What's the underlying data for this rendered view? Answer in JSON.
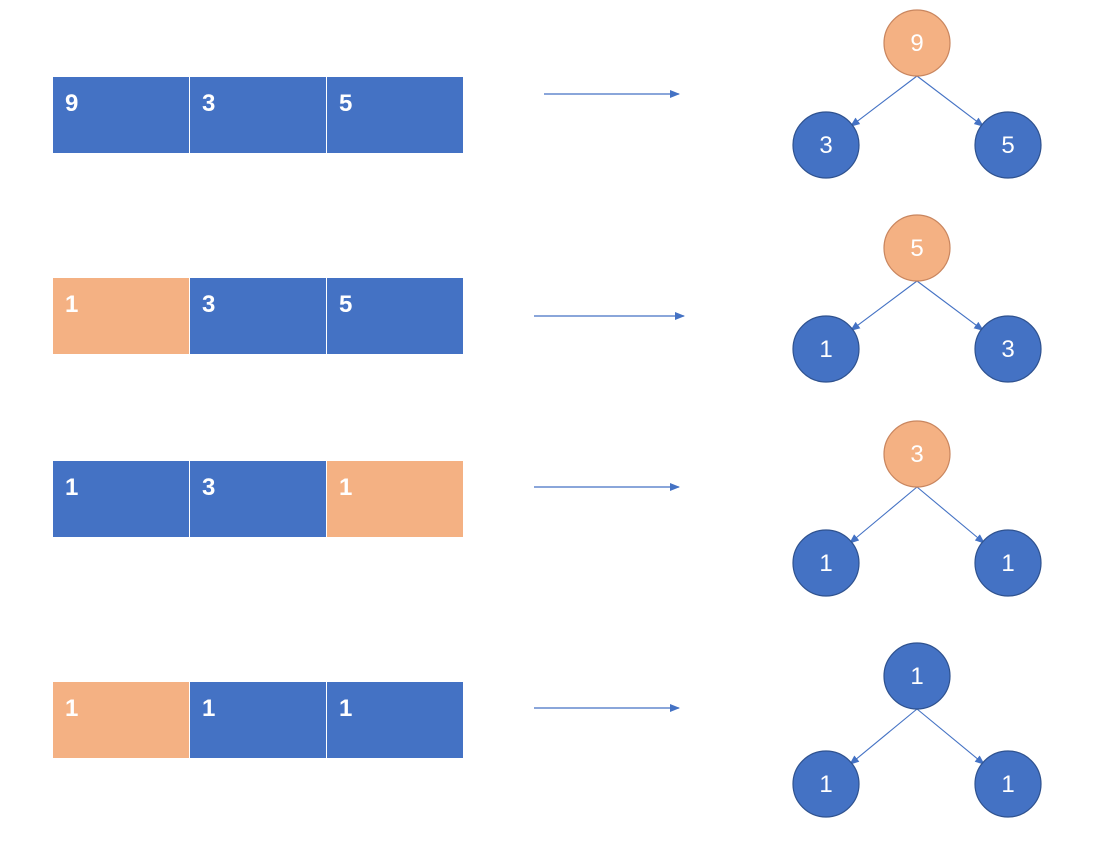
{
  "colors": {
    "normal": "#4472C4",
    "highlight": "#F4B183",
    "edge": "#4472C4",
    "node_stroke": "#2F528F",
    "highlight_stroke": "#C9865F",
    "text": "#FFFFFF"
  },
  "steps": [
    {
      "array": [
        {
          "value": "9",
          "highlight": false
        },
        {
          "value": "3",
          "highlight": false
        },
        {
          "value": "5",
          "highlight": false
        }
      ],
      "tree": {
        "root": {
          "value": "9",
          "highlight": true
        },
        "left": {
          "value": "3",
          "highlight": false
        },
        "right": {
          "value": "5",
          "highlight": false
        }
      }
    },
    {
      "array": [
        {
          "value": "1",
          "highlight": true
        },
        {
          "value": "3",
          "highlight": false
        },
        {
          "value": "5",
          "highlight": false
        }
      ],
      "tree": {
        "root": {
          "value": "5",
          "highlight": true
        },
        "left": {
          "value": "1",
          "highlight": false
        },
        "right": {
          "value": "3",
          "highlight": false
        }
      }
    },
    {
      "array": [
        {
          "value": "1",
          "highlight": false
        },
        {
          "value": "3",
          "highlight": false
        },
        {
          "value": "1",
          "highlight": true
        }
      ],
      "tree": {
        "root": {
          "value": "3",
          "highlight": true
        },
        "left": {
          "value": "1",
          "highlight": false
        },
        "right": {
          "value": "1",
          "highlight": false
        }
      }
    },
    {
      "array": [
        {
          "value": "1",
          "highlight": true
        },
        {
          "value": "1",
          "highlight": false
        },
        {
          "value": "1",
          "highlight": false
        }
      ],
      "tree": {
        "root": {
          "value": "1",
          "highlight": false
        },
        "left": {
          "value": "1",
          "highlight": false
        },
        "right": {
          "value": "1",
          "highlight": false
        }
      }
    }
  ]
}
